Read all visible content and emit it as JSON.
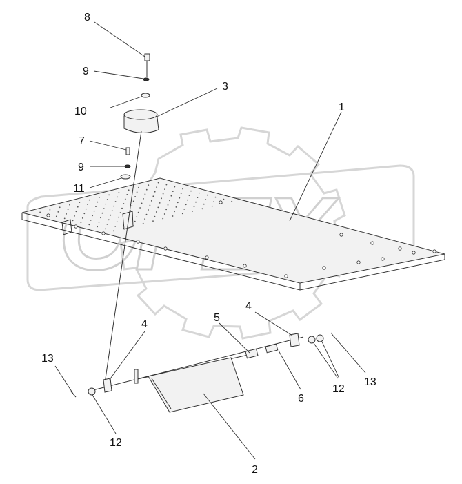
{
  "watermark": {
    "text": "OPEX"
  },
  "callouts": [
    {
      "id": "c8",
      "label": "8"
    },
    {
      "id": "c9a",
      "label": "9"
    },
    {
      "id": "c10",
      "label": "10"
    },
    {
      "id": "c3",
      "label": "3"
    },
    {
      "id": "c1",
      "label": "1"
    },
    {
      "id": "c7",
      "label": "7"
    },
    {
      "id": "c9b",
      "label": "9"
    },
    {
      "id": "c11",
      "label": "11"
    },
    {
      "id": "c4a",
      "label": "4"
    },
    {
      "id": "c5",
      "label": "5"
    },
    {
      "id": "c4b",
      "label": "4"
    },
    {
      "id": "c13a",
      "label": "13"
    },
    {
      "id": "c13b",
      "label": "13"
    },
    {
      "id": "c6",
      "label": "6"
    },
    {
      "id": "c12a",
      "label": "12"
    },
    {
      "id": "c12b",
      "label": "12"
    },
    {
      "id": "c2",
      "label": "2"
    }
  ]
}
